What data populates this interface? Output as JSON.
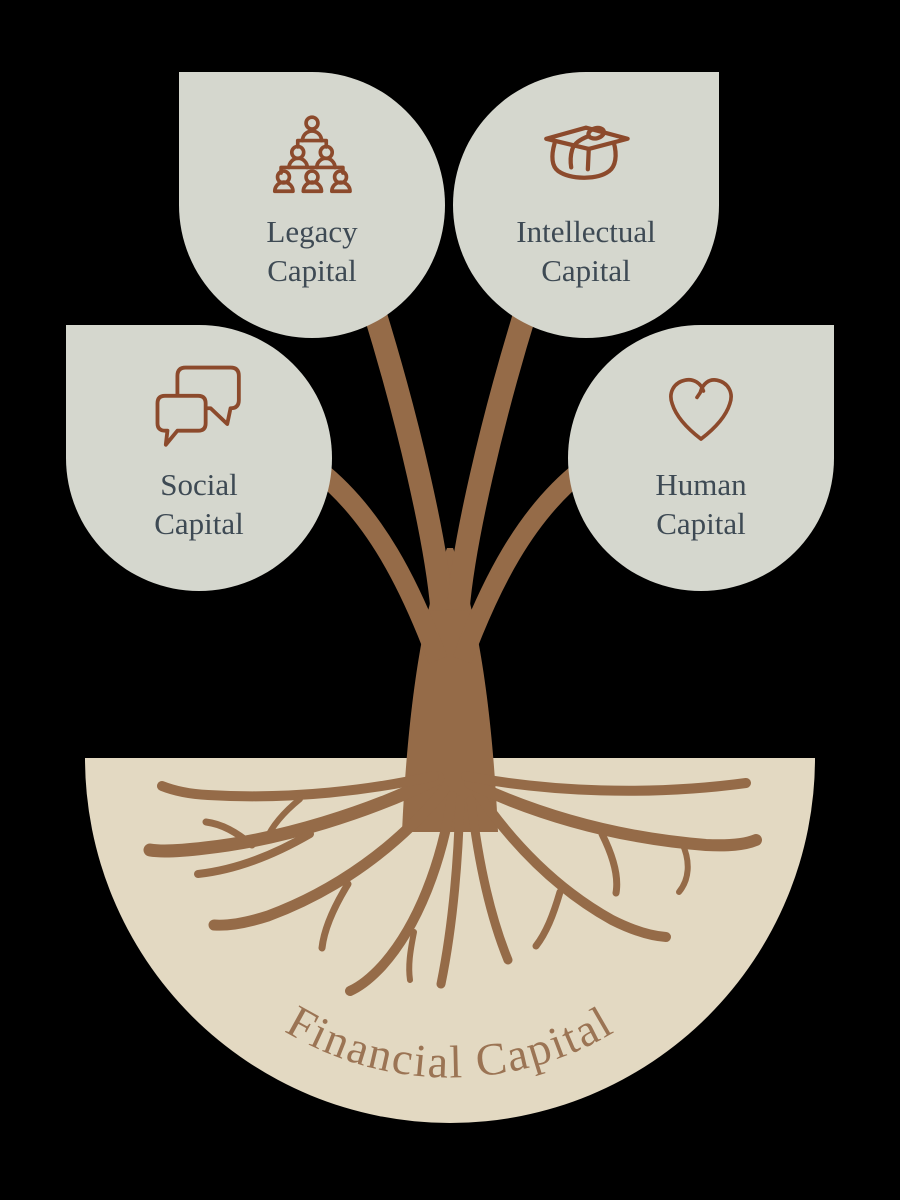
{
  "diagram": {
    "name": "Capitals Tree Diagram",
    "bubbles": [
      {
        "id": "legacy",
        "line1": "Legacy",
        "line2": "Capital",
        "icon": "org-chart-icon"
      },
      {
        "id": "intellectual",
        "line1": "Intellectual",
        "line2": "Capital",
        "icon": "graduation-cap-icon"
      },
      {
        "id": "social",
        "line1": "Social",
        "line2": "Capital",
        "icon": "speech-bubbles-icon"
      },
      {
        "id": "human",
        "line1": "Human",
        "line2": "Capital",
        "icon": "heart-icon"
      }
    ],
    "ground": {
      "label": "Financial Capital"
    },
    "colors": {
      "background": "#000000",
      "bubble_fill": "#d5d7ce",
      "icon_stroke": "#8c4a2c",
      "label_text": "#3e4a54",
      "tree_brown": "#956b48",
      "ground_fill": "#e3d9c2",
      "ground_text": "#9b7454"
    }
  }
}
